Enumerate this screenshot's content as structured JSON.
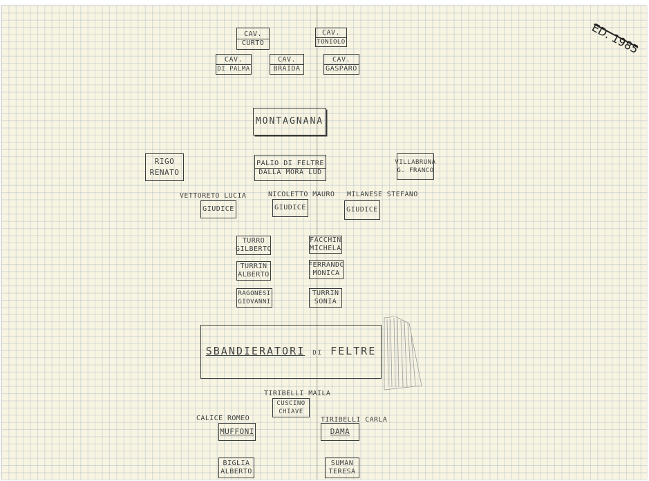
{
  "year_note": "ED. 1985",
  "cavalieri": [
    {
      "l1": "CAV.",
      "l2": "CURTO"
    },
    {
      "l1": "CAV.",
      "l2": "TONIOLO"
    },
    {
      "l1": "CAV.",
      "l2": "DI PALMA"
    },
    {
      "l1": "CAV.",
      "l2": "BRAIDA"
    },
    {
      "l1": "CAV.",
      "l2": "GASPARO"
    }
  ],
  "montagnana": "MONTAGNANA",
  "palio": {
    "l1": "PALIO DI FELTRE",
    "l2": "DALLA MORA LUD"
  },
  "rigo": {
    "l1": "RIGO",
    "l2": "RENATO"
  },
  "villabruna": {
    "l1": "VILLABRUNA",
    "l2": "G. FRANCO"
  },
  "giudici": [
    {
      "name": "VETTORETO LUCIA",
      "role": "GIUDICE"
    },
    {
      "name": "NICOLETTO MAURO",
      "role": "GIUDICE"
    },
    {
      "name": "MILANESE STEFANO",
      "role": "GIUDICE"
    }
  ],
  "pairs": [
    {
      "l1": "TURRO",
      "l2": "GILBERTO"
    },
    {
      "l1": "FACCHIN",
      "l2": "MICHELA"
    },
    {
      "l1": "TURRIN",
      "l2": "ALBERTO"
    },
    {
      "l1": "FERRANDO",
      "l2": "MONICA"
    },
    {
      "l1": "RAGONESI",
      "l2": "GIOVANNI"
    },
    {
      "l1": "TURRIN",
      "l2": "SONIA"
    }
  ],
  "sbandieratori": {
    "word1": "SBANDIERATORI",
    "word2": "DI",
    "word3": "FELTRE"
  },
  "cuscino": {
    "name": "TIRIBELLI MAILA",
    "l1": "CUSCINO",
    "l2": "CHIAVE"
  },
  "muffoni": {
    "name": "CALICE ROMEO",
    "label": "MUFFONI"
  },
  "dama": {
    "name": "TIRIBELLI CARLA",
    "label": "DAMA"
  },
  "bottom": [
    {
      "l1": "BIGLIA",
      "l2": "ALBERTO"
    },
    {
      "l1": "SUMAN",
      "l2": "TERESA"
    }
  ]
}
